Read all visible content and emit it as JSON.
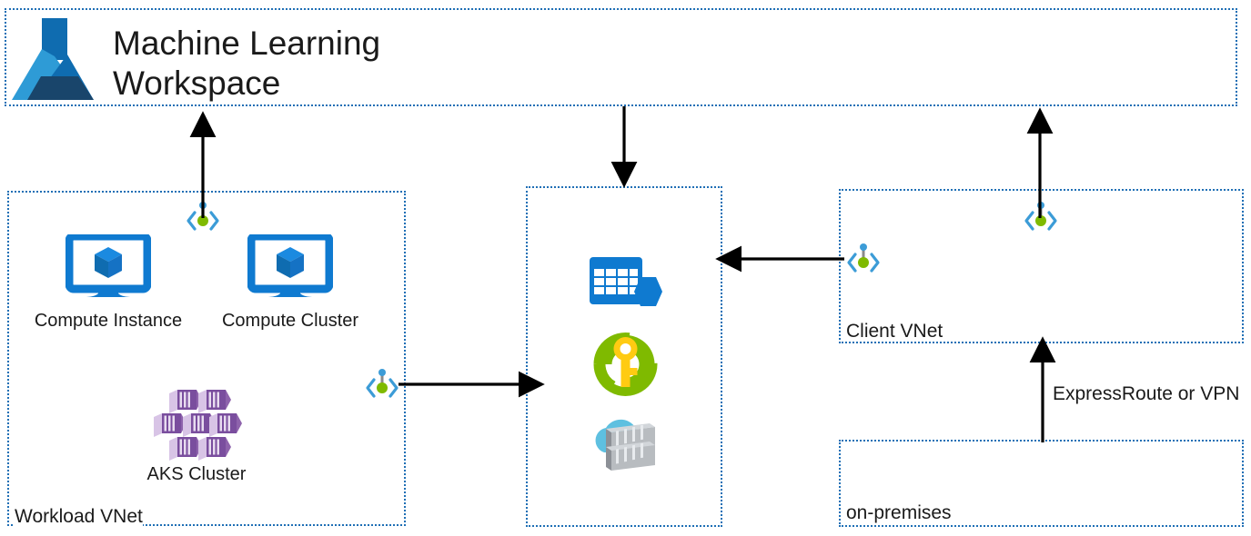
{
  "diagram": {
    "title_line1": "Machine Learning",
    "title_line2": "Workspace",
    "logo_name": "azure-machine-learning-logo"
  },
  "boxes": {
    "workspace": {
      "label": "Machine Learning Workspace",
      "name": "machine-learning-workspace-box"
    },
    "workload_vnet": {
      "label": "Workload VNet",
      "name": "workload-vnet-box"
    },
    "resources": {
      "label": "",
      "name": "azure-resources-box"
    },
    "client_vnet": {
      "label": "Client VNet",
      "name": "client-vnet-box"
    },
    "on_premises": {
      "label": "on-premises",
      "name": "on-premises-box"
    }
  },
  "resources": [
    {
      "label": "Compute Instance",
      "icon": "compute-instance-icon"
    },
    {
      "label": "Compute Cluster",
      "icon": "compute-cluster-icon"
    },
    {
      "label": "AKS Cluster",
      "icon": "aks-cluster-icon"
    }
  ],
  "center_icons": [
    {
      "label": "Storage Account",
      "icon": "storage-account-icon"
    },
    {
      "label": "Key Vault",
      "icon": "key-vault-icon"
    },
    {
      "label": "Container Registry",
      "icon": "container-registry-icon"
    }
  ],
  "private_endpoints": [
    {
      "name": "private-endpoint-workload-to-workspace"
    },
    {
      "name": "private-endpoint-workload-to-resources"
    },
    {
      "name": "private-endpoint-client-to-resources"
    },
    {
      "name": "private-endpoint-client-to-workspace"
    }
  ],
  "connections": [
    {
      "label": "ExpressRoute or VPN",
      "name": "expressroute-or-vpn-connection"
    }
  ],
  "colors": {
    "vnet_border": "#1f6fb5",
    "azure_blue": "#0078d4",
    "aks_purple": "#7a4e9e",
    "keyvault_green": "#7fba00",
    "keyvault_yellow": "#ffcb12",
    "registry_cloud": "#5ec0e0",
    "registry_gray": "#a0a4a8",
    "arrow": "#000000",
    "logo_dark": "#19456b",
    "logo_mid": "#0f6cb0",
    "logo_light": "#2e9bd6"
  }
}
